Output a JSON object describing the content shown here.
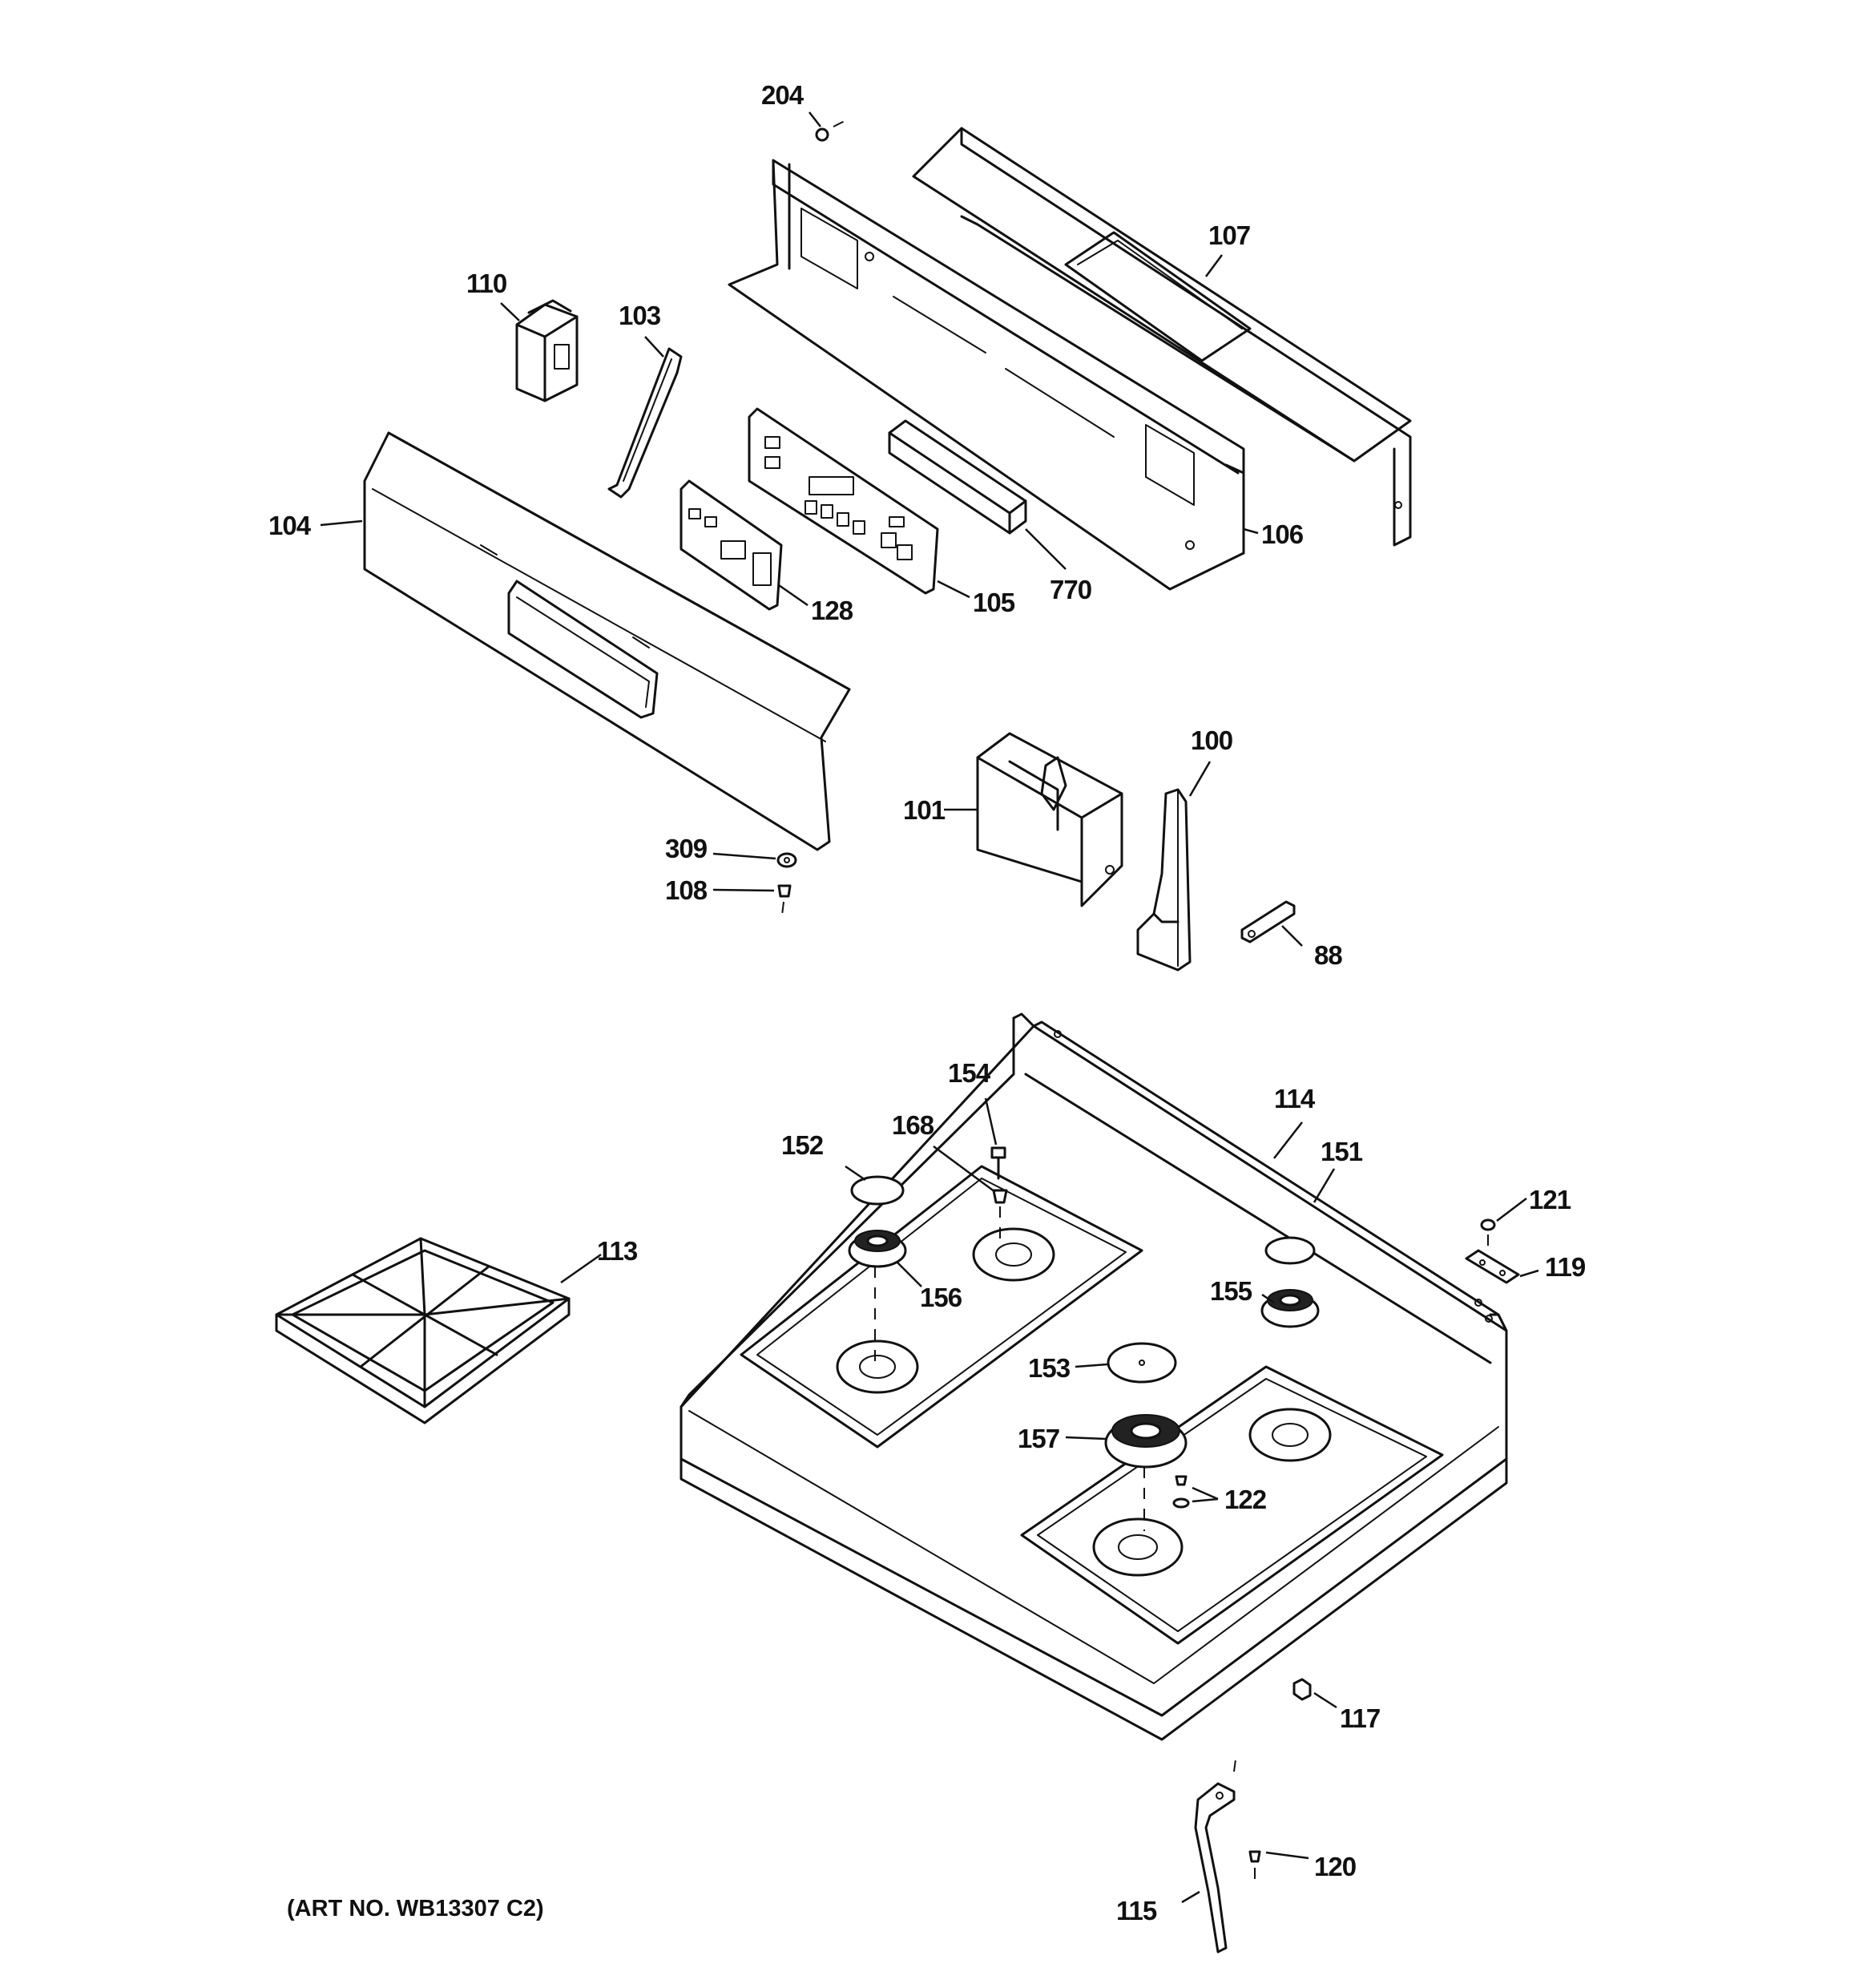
{
  "art_number": "(ART NO. WB13307 C2)",
  "callouts": {
    "c204": "204",
    "c107": "107",
    "c110": "110",
    "c103": "103",
    "c104": "104",
    "c106": "106",
    "c128": "128",
    "c105": "105",
    "c770": "770",
    "c100": "100",
    "c101": "101",
    "c309": "309",
    "c108": "108",
    "c88": "88",
    "c154": "154",
    "c168": "168",
    "c114": "114",
    "c152": "152",
    "c151": "151",
    "c121": "121",
    "c113": "113",
    "c119": "119",
    "c155": "155",
    "c156": "156",
    "c153": "153",
    "c157": "157",
    "c122": "122",
    "c117": "117",
    "c120": "120",
    "c115": "115"
  }
}
